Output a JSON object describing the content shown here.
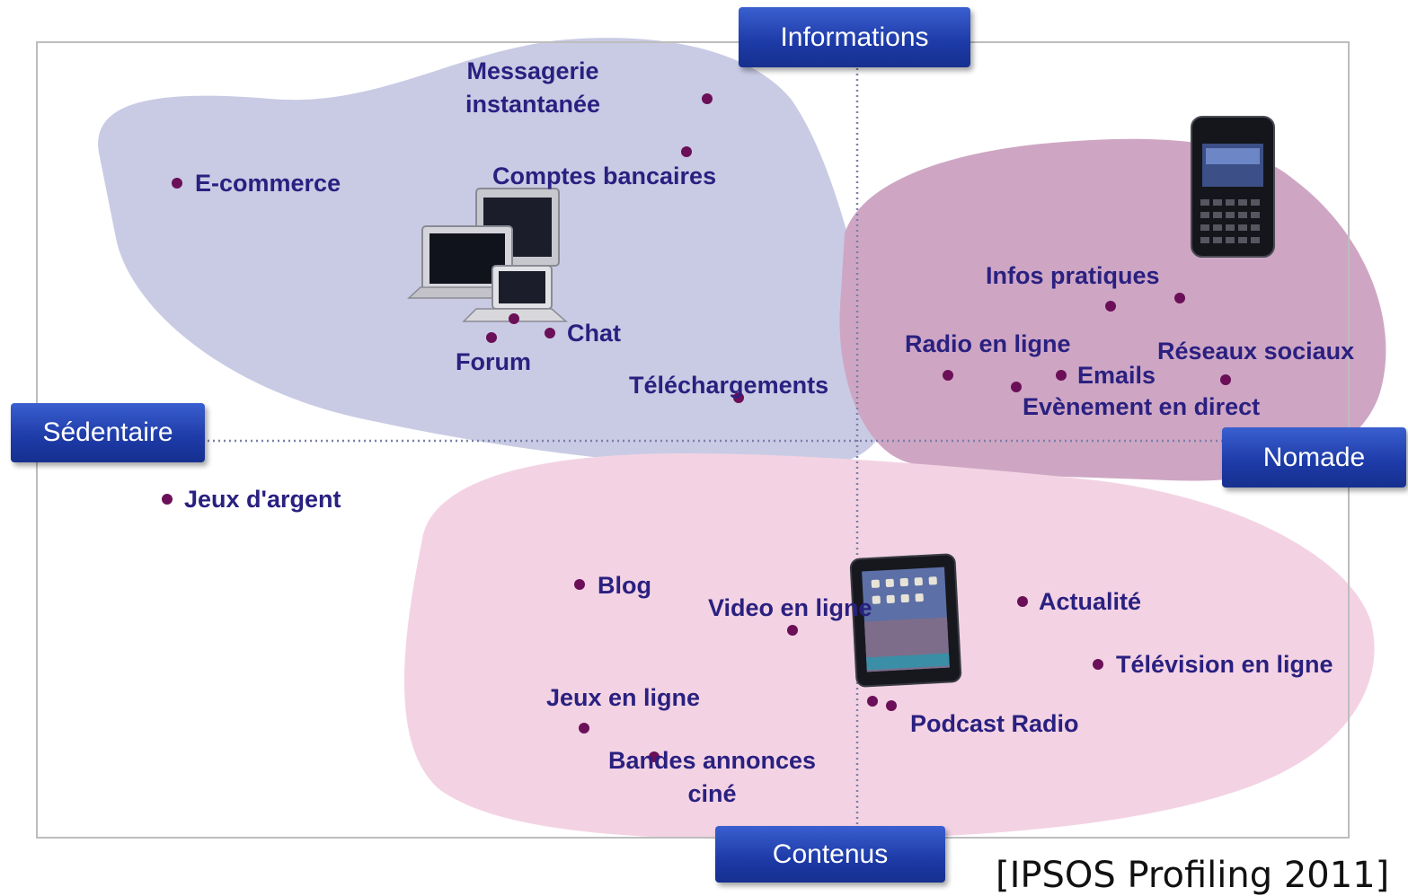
{
  "axes": {
    "top": "Informations",
    "bottom": "Contenus",
    "left": "Sédentaire",
    "right": "Nomade"
  },
  "labels": {
    "messagerie": [
      "Messagerie",
      "instantanée"
    ],
    "comptes": "Comptes bancaires",
    "ecommerce": "E-commerce",
    "chat": "Chat",
    "forum": "Forum",
    "telechargements": "Téléchargements",
    "jeux_argent": "Jeux d'argent",
    "infos_pratiques": "Infos pratiques",
    "radio": "Radio en ligne",
    "reseaux": "Réseaux sociaux",
    "emails": "Emails",
    "evenement": "Evènement en direct",
    "blog": "Blog",
    "video": "Video en ligne",
    "actualite": "Actualité",
    "television": "Télévision en ligne",
    "jeux_ligne": "Jeux en ligne",
    "podcast": "Podcast Radio",
    "bandes": [
      "Bandes annonces",
      "ciné"
    ]
  },
  "citation": "[IPSOS Profiling 2011]",
  "colors": {
    "blob_informations": "#c9cbe4",
    "blob_nomade": "#cea6c4",
    "blob_contenus": "#f3d3e3",
    "dot": "#6b0f58",
    "label_text": "#2a2080",
    "axis_box": "#1d3aa6"
  },
  "icons": [
    "computers-icon",
    "smartphone-icon",
    "tablet-icon"
  ]
}
